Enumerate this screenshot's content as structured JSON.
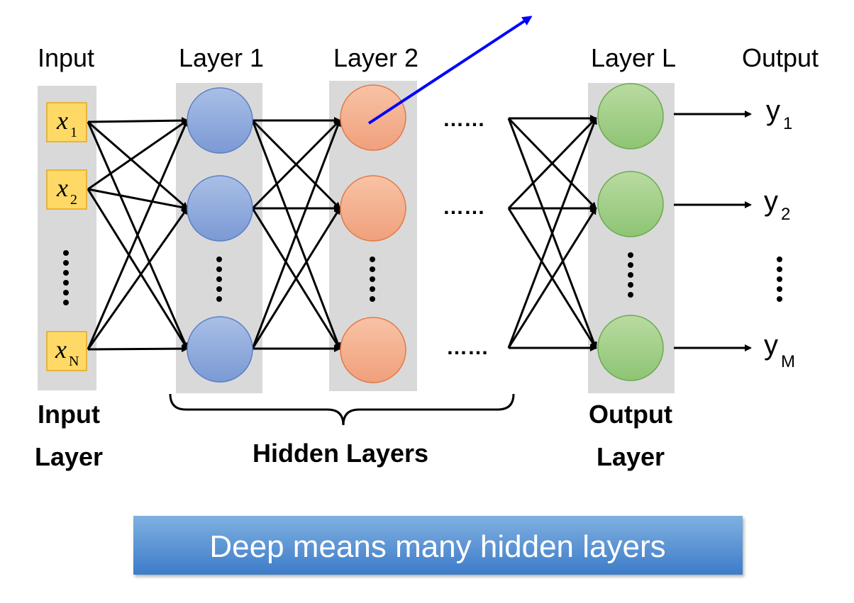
{
  "headers": {
    "input": "Input",
    "layer1": "Layer 1",
    "layer2": "Layer 2",
    "layerL": "Layer L",
    "output": "Output"
  },
  "inputs": [
    {
      "base": "x",
      "sub": "1"
    },
    {
      "base": "x",
      "sub": "2"
    },
    {
      "base": "x",
      "sub": "N"
    }
  ],
  "outputs": [
    {
      "base": "y",
      "sub": "1"
    },
    {
      "base": "y",
      "sub": "2"
    },
    {
      "base": "y",
      "sub": "M"
    }
  ],
  "ellipsis": "……",
  "labels": {
    "input_layer_line1": "Input",
    "input_layer_line2": "Layer",
    "hidden_layers": "Hidden Layers",
    "output_layer_line1": "Output",
    "output_layer_line2": "Layer"
  },
  "banner": "Deep means many hidden layers",
  "colors": {
    "layer_band": "#d9d9d9",
    "input_box": "#ffd966",
    "layer1_node": "#8faadc",
    "layer2_node": "#f4b183",
    "output_node": "#a9d18e",
    "blue_arrow": "#0000ff",
    "banner_top": "#7fb0e0",
    "banner_bottom": "#3d7cc9"
  }
}
